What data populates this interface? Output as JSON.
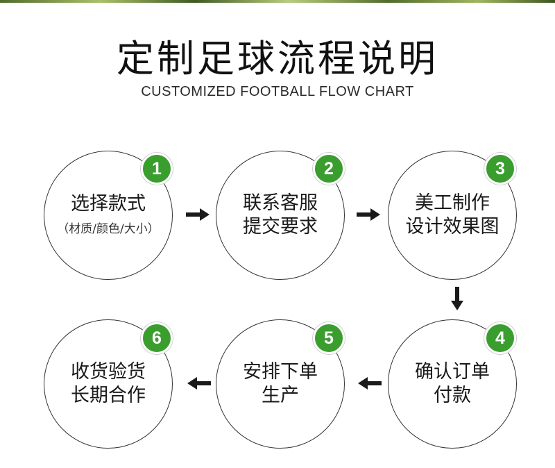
{
  "header": {
    "title": "定制足球流程说明",
    "subtitle": "CUSTOMIZED FOOTBALL FLOW CHART"
  },
  "steps": [
    {
      "number": "1",
      "line1": "选择款式",
      "note": "（材质/颜色/大小）"
    },
    {
      "number": "2",
      "line1": "联系客服",
      "line2": "提交要求"
    },
    {
      "number": "3",
      "line1": "美工制作",
      "line2": "设计效果图"
    },
    {
      "number": "4",
      "line1": "确认订单",
      "line2": "付款"
    },
    {
      "number": "5",
      "line1": "安排下单",
      "line2": "生产"
    },
    {
      "number": "6",
      "line1": "收货验货",
      "line2": "长期合作"
    }
  ],
  "colors": {
    "badge": "#3a9e2e",
    "circle_border": "#333333",
    "arrow": "#1a1a1a"
  }
}
